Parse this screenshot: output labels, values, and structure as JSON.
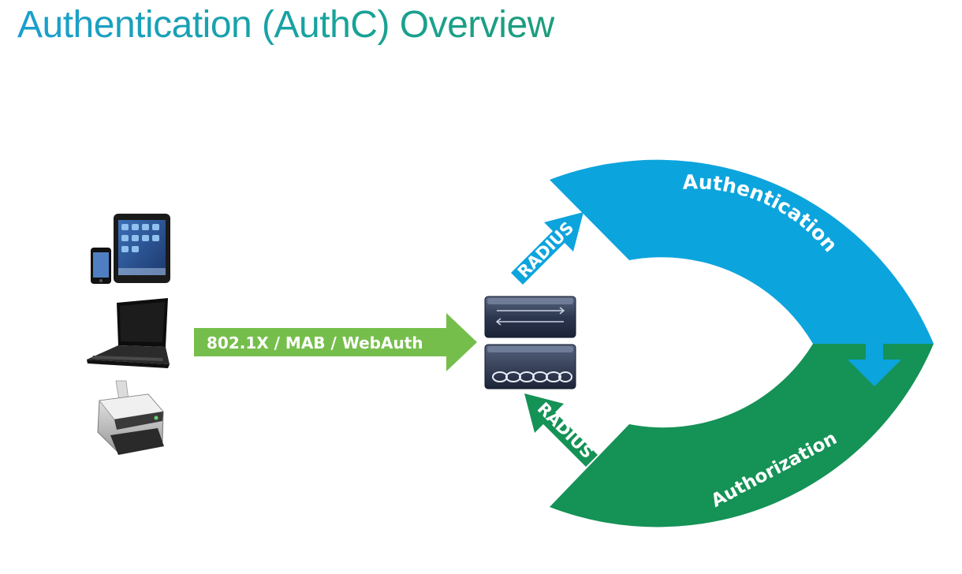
{
  "title": "Authentication (AuthC) Overview",
  "flow_label": "802.1X / MAB / WebAuth",
  "radius_up_label": "RADIUS",
  "radius_down_label": "RADIUS",
  "cycle": {
    "top_label": "Authentication",
    "bottom_label": "Authorization"
  },
  "endpoints": [
    {
      "icon": "tablet-phone-icon"
    },
    {
      "icon": "laptop-icon"
    },
    {
      "icon": "printer-icon"
    }
  ],
  "network_device": {
    "icon": "switch-icon"
  },
  "colors": {
    "authentication": "#0ca4dd",
    "authorization": "#159256",
    "flow_arrow": "#76be4c",
    "title": "#1a9fcf"
  }
}
